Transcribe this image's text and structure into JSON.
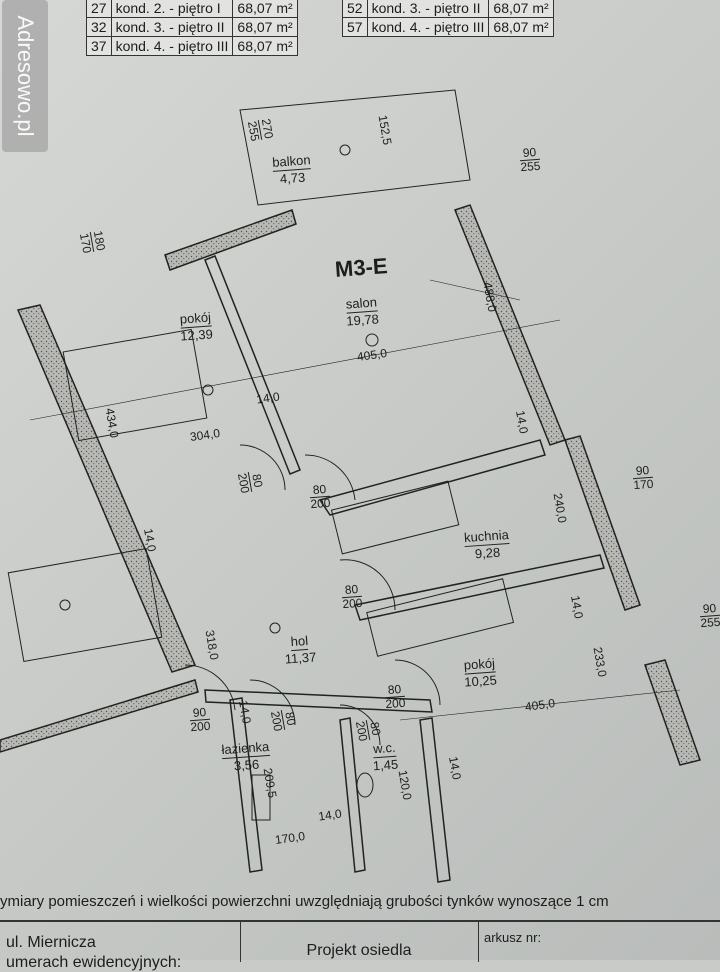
{
  "watermark": "Adresowo.pl",
  "unit_table_left": [
    {
      "no": "27",
      "floor": "kond. 2. - piętro I",
      "area": "68,07 m²"
    },
    {
      "no": "32",
      "floor": "kond. 3. - piętro II",
      "area": "68,07 m²"
    },
    {
      "no": "37",
      "floor": "kond. 4. - piętro III",
      "area": "68,07 m²"
    }
  ],
  "unit_table_right": [
    {
      "no": "52",
      "floor": "kond. 3. - piętro II",
      "area": "68,07 m²"
    },
    {
      "no": "57",
      "floor": "kond. 4. - piętro III",
      "area": "68,07 m²"
    }
  ],
  "plan": {
    "title": "M3-E",
    "rooms": [
      {
        "name": "balkon",
        "area": "4,73"
      },
      {
        "name": "salon",
        "area": "19,78"
      },
      {
        "name": "pokój",
        "area": "12,39"
      },
      {
        "name": "kuchnia",
        "area": "9,28"
      },
      {
        "name": "hol",
        "area": "11,37"
      },
      {
        "name": "pokój",
        "area": "10,25"
      },
      {
        "name": "łazienka",
        "area": "3,56"
      },
      {
        "name": "w.c.",
        "area": "1,45"
      }
    ],
    "openings": [
      [
        "270",
        "255"
      ],
      [
        "90",
        "255"
      ],
      [
        "180",
        "170"
      ],
      [
        "80",
        "200"
      ],
      [
        "80",
        "200"
      ],
      [
        "90",
        "170"
      ],
      [
        "80",
        "200"
      ],
      [
        "90",
        "255"
      ],
      [
        "90",
        "200"
      ],
      [
        "80",
        "200"
      ],
      [
        "80",
        "200"
      ],
      [
        "80",
        "200"
      ]
    ],
    "dimensions": [
      "152,5",
      "405,0",
      "488,0",
      "434,0",
      "304,0",
      "14,0",
      "14,0",
      "240,0",
      "14,0",
      "14,0",
      "318,0",
      "233,0",
      "405,0",
      "14,0",
      "209,5",
      "120,0",
      "14,0",
      "170,0",
      "14,0"
    ]
  },
  "footnote": "ymiary pomieszczeń i wielkości powierzchni uwzględniają grubości tynków wynoszące 1 cm",
  "footer": {
    "address": "ul. Miernicza",
    "address2": "umerach ewidencyjnych:",
    "project": "Projekt osiedla",
    "sheet": "arkusz nr:"
  }
}
